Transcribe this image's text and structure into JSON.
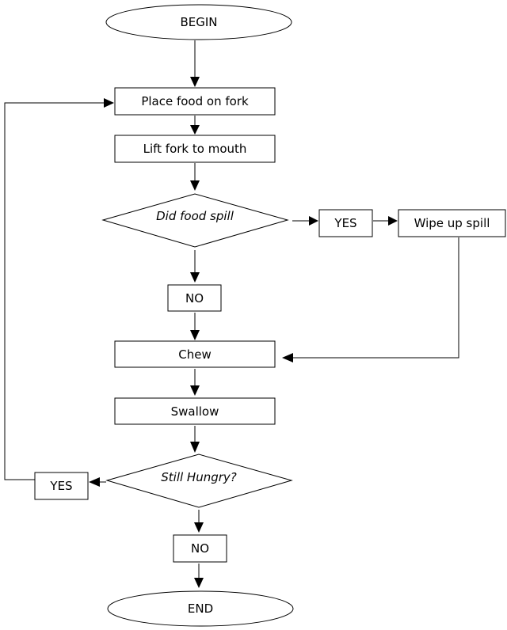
{
  "flowchart": {
    "start": "BEGIN",
    "step_place_food": "Place food on fork",
    "step_lift_fork": "Lift fork to mouth",
    "question_spill": "Did food spill",
    "spill_yes": "YES",
    "step_wipe": "Wipe up spill",
    "spill_no": "NO",
    "step_chew": "Chew",
    "step_swallow": "Swallow",
    "question_hungry": "Still Hungry?",
    "hungry_yes": "YES",
    "hungry_no": "NO",
    "end": "END"
  }
}
